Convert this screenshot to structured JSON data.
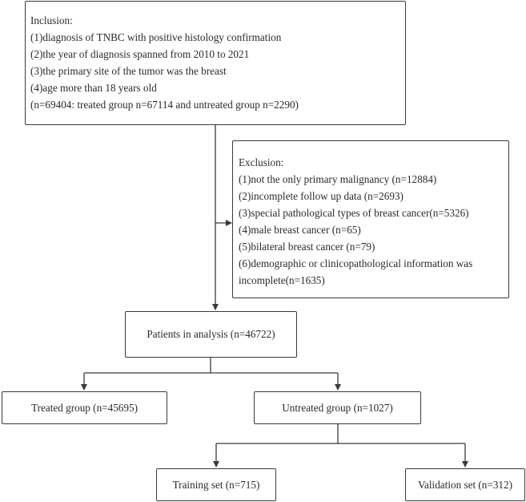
{
  "inclusion": {
    "title": "Inclusion:",
    "lines": [
      "(1)diagnosis of TNBC with positive histology confirmation",
      "(2)the year of diagnosis spanned from 2010 to 2021",
      "(3)the primary site of the tumor was the breast",
      "(4)age more than 18 years old",
      "(n=69404: treated group n=67114 and untreated group n=2290)"
    ]
  },
  "exclusion": {
    "title": "Exclusion:",
    "lines": [
      "(1)not the only primary malignancy (n=12884)",
      "(2)incomplete follow up data (n=2693)",
      "(3)special pathological types of breast cancer(n=5326)",
      "(4)male breast cancer (n=65)",
      "(5)bilateral breast cancer (n=79)",
      "(6)demographic or clinicopathological information was incomplete(n=1635)"
    ]
  },
  "analysis": {
    "label": "Patients in analysis (n=46722)"
  },
  "treated": {
    "label": "Treated group (n=45695)"
  },
  "untreated": {
    "label": "Untreated group (n=1027)"
  },
  "training": {
    "label": "Training set (n=715)"
  },
  "validation": {
    "label": "Validation set (n=312)"
  }
}
